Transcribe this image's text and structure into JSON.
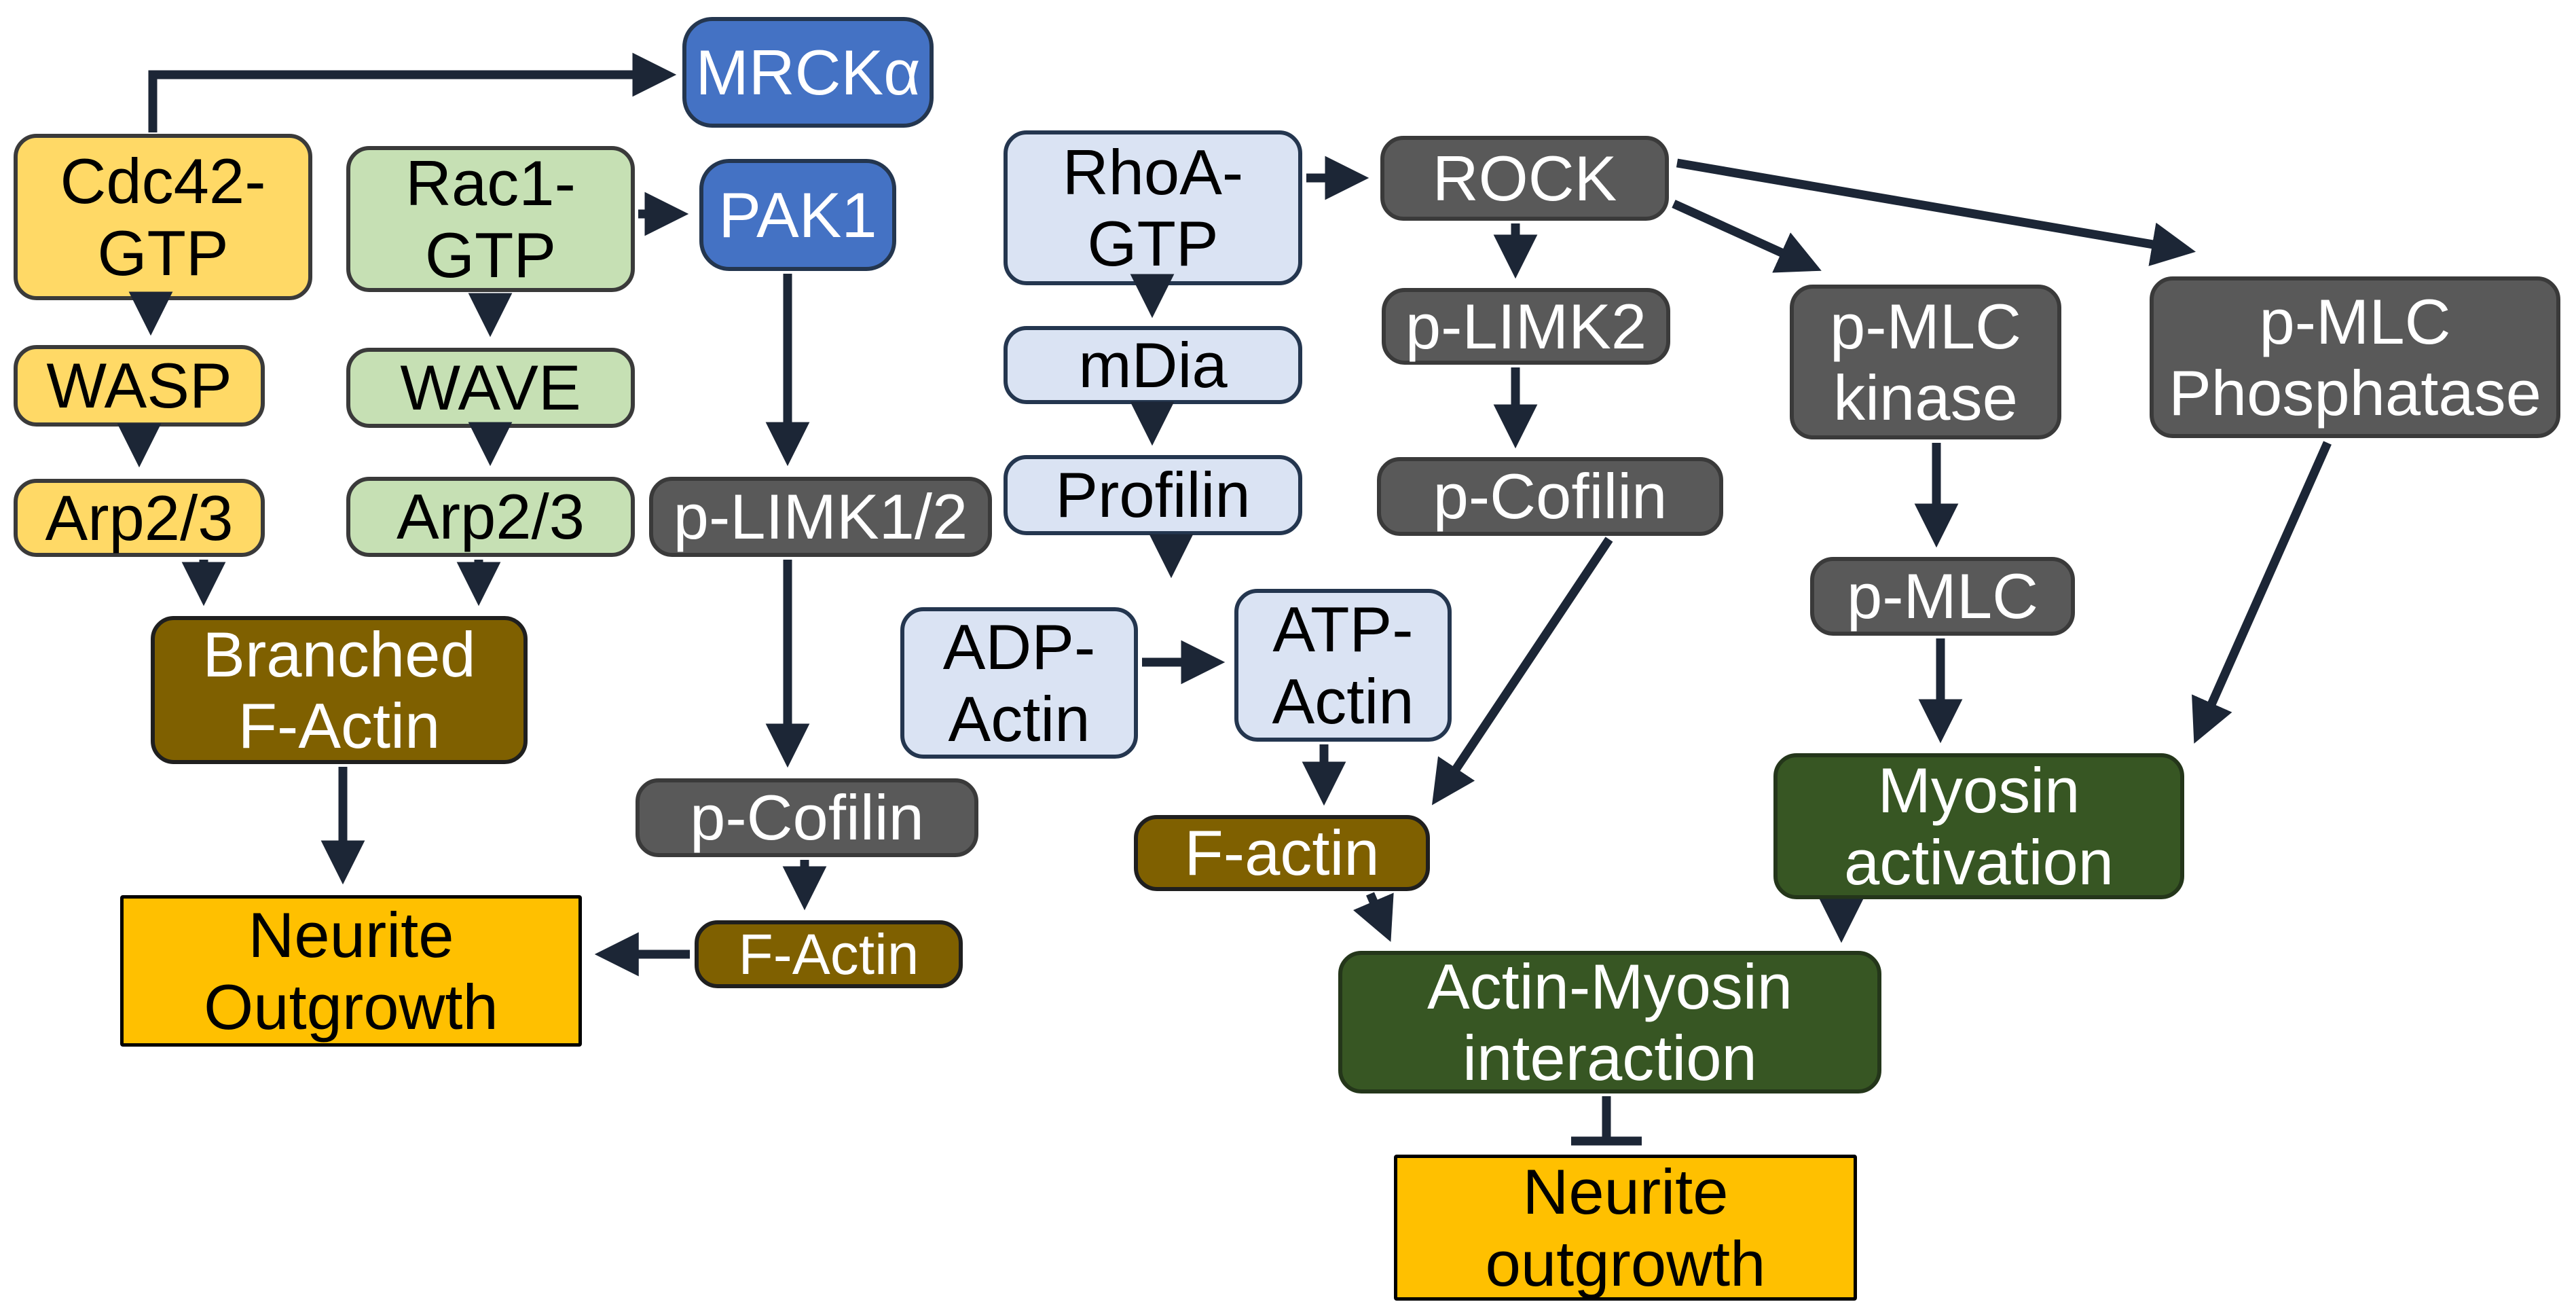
{
  "diagram": {
    "type": "signaling-pathway",
    "colors": {
      "blue": "#4472c4",
      "yellow": "#ffd966",
      "green": "#c6e0b4",
      "lightblue": "#dae3f3",
      "gray": "#595959",
      "brown": "#7f6000",
      "darkgreen": "#375623",
      "orange": "#ffc000",
      "arrow": "#1c2636"
    }
  },
  "nodes": {
    "mrck": {
      "label": "MRCKα"
    },
    "cdc42_gtp": {
      "label": "Cdc42-\nGTP"
    },
    "rac1_gtp": {
      "label": "Rac1-\nGTP"
    },
    "pak1": {
      "label": "PAK1"
    },
    "rhoa_gtp": {
      "label": "RhoA-\nGTP"
    },
    "rock": {
      "label": "ROCK"
    },
    "wasp": {
      "label": "WASP"
    },
    "wave": {
      "label": "WAVE"
    },
    "mdia": {
      "label": "mDia"
    },
    "p_limk2": {
      "label": "p-LIMK2"
    },
    "p_mlc_kinase": {
      "label": "p-MLC\nkinase"
    },
    "p_mlc_phosphatase": {
      "label": "p-MLC\nPhosphatase"
    },
    "arp23_left": {
      "label": "Arp2/3"
    },
    "arp23_right": {
      "label": "Arp2/3"
    },
    "p_limk12": {
      "label": "p-LIMK1/2"
    },
    "profilin": {
      "label": "Profilin"
    },
    "p_cofilin_right": {
      "label": "p-Cofilin"
    },
    "branched_f_actin": {
      "label": "Branched\nF-Actin"
    },
    "adp_actin": {
      "label": "ADP-\nActin"
    },
    "atp_actin": {
      "label": "ATP-\nActin"
    },
    "p_mlc": {
      "label": "p-MLC"
    },
    "p_cofilin_left": {
      "label": "p-Cofilin"
    },
    "f_actin_center": {
      "label": "F-actin"
    },
    "myosin_activation": {
      "label": "Myosin\nactivation"
    },
    "neurite_outgrowth_left": {
      "label": "Neurite\nOutgrowth"
    },
    "f_actin_small": {
      "label": "F-Actin"
    },
    "actin_myosin": {
      "label": "Actin-Myosin\ninteraction"
    },
    "neurite_outgrowth_bottom": {
      "label": "Neurite\noutgrowth"
    }
  },
  "edges": [
    {
      "from": "Cdc42-GTP",
      "to": "MRCKα",
      "type": "activates"
    },
    {
      "from": "Cdc42-GTP",
      "to": "WASP",
      "type": "activates"
    },
    {
      "from": "WASP",
      "to": "Arp2/3",
      "type": "activates"
    },
    {
      "from": "Arp2/3",
      "to": "Branched F-Actin",
      "type": "activates"
    },
    {
      "from": "Rac1-GTP",
      "to": "PAK1",
      "type": "activates"
    },
    {
      "from": "Rac1-GTP",
      "to": "WAVE",
      "type": "activates"
    },
    {
      "from": "WAVE",
      "to": "Arp2/3",
      "type": "activates"
    },
    {
      "from": "Arp2/3",
      "to": "Branched F-Actin",
      "type": "activates"
    },
    {
      "from": "PAK1",
      "to": "p-LIMK1/2",
      "type": "activates"
    },
    {
      "from": "p-LIMK1/2",
      "to": "p-Cofilin",
      "type": "activates"
    },
    {
      "from": "p-Cofilin",
      "to": "F-Actin",
      "type": "activates"
    },
    {
      "from": "F-Actin",
      "to": "Neurite Outgrowth",
      "type": "activates"
    },
    {
      "from": "Branched F-Actin",
      "to": "Neurite Outgrowth",
      "type": "activates"
    },
    {
      "from": "RhoA-GTP",
      "to": "ROCK",
      "type": "activates"
    },
    {
      "from": "RhoA-GTP",
      "to": "mDia",
      "type": "activates"
    },
    {
      "from": "mDia",
      "to": "Profilin",
      "type": "activates"
    },
    {
      "from": "Profilin",
      "to": "ATP-Actin",
      "type": "activates"
    },
    {
      "from": "ADP-Actin",
      "to": "ATP-Actin",
      "type": "activates"
    },
    {
      "from": "ATP-Actin",
      "to": "F-actin",
      "type": "activates"
    },
    {
      "from": "ROCK",
      "to": "p-LIMK2",
      "type": "activates"
    },
    {
      "from": "p-LIMK2",
      "to": "p-Cofilin",
      "type": "activates"
    },
    {
      "from": "p-Cofilin",
      "to": "F-actin",
      "type": "activates"
    },
    {
      "from": "ROCK",
      "to": "p-MLC kinase",
      "type": "activates"
    },
    {
      "from": "ROCK",
      "to": "p-MLC Phosphatase",
      "type": "activates"
    },
    {
      "from": "p-MLC kinase",
      "to": "p-MLC",
      "type": "activates"
    },
    {
      "from": "p-MLC",
      "to": "Myosin activation",
      "type": "activates"
    },
    {
      "from": "p-MLC Phosphatase",
      "to": "Myosin activation",
      "type": "activates"
    },
    {
      "from": "Myosin activation",
      "to": "Actin-Myosin interaction",
      "type": "activates"
    },
    {
      "from": "F-actin",
      "to": "Actin-Myosin interaction",
      "type": "activates"
    },
    {
      "from": "Actin-Myosin interaction",
      "to": "Neurite outgrowth",
      "type": "inhibits"
    }
  ]
}
